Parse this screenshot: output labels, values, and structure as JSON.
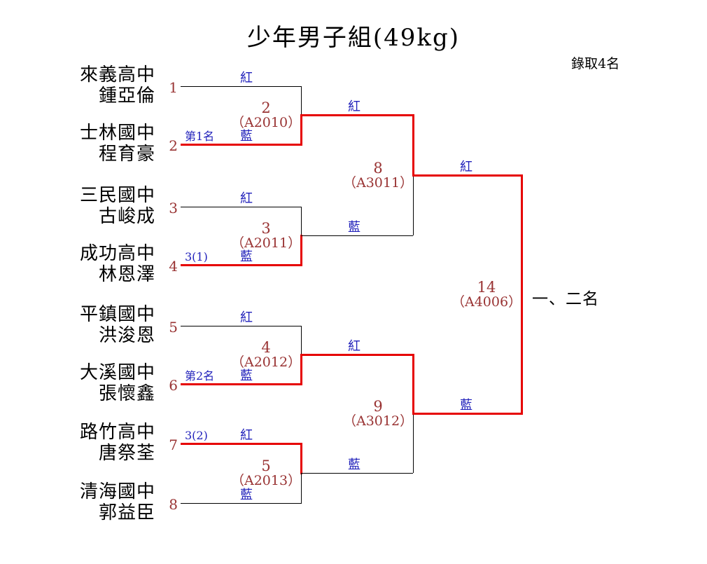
{
  "title": "少年男子組(49kg)",
  "qualifier_note": "錄取4名",
  "placement_label": "一、二名",
  "colors": {
    "line_black": "#000000",
    "line_red": "#e60000",
    "text_dark_red": "#993333",
    "text_blue": "#2222bb"
  },
  "competitors": [
    {
      "seed": "1",
      "school": "來義高中",
      "name": "鍾亞倫",
      "corner": "紅",
      "note": ""
    },
    {
      "seed": "2",
      "school": "士林國中",
      "name": "程育豪",
      "corner": "藍",
      "note": "第1名"
    },
    {
      "seed": "3",
      "school": "三民國中",
      "name": "古峻成",
      "corner": "紅",
      "note": ""
    },
    {
      "seed": "4",
      "school": "成功高中",
      "name": "林恩澤",
      "corner": "藍",
      "note": "3(1)"
    },
    {
      "seed": "5",
      "school": "平鎮國中",
      "name": "洪浚恩",
      "corner": "紅",
      "note": ""
    },
    {
      "seed": "6",
      "school": "大溪國中",
      "name": "張懷鑫",
      "corner": "藍",
      "note": "第2名"
    },
    {
      "seed": "7",
      "school": "路竹高中",
      "name": "唐祭荃",
      "corner": "紅",
      "note": "3(2)"
    },
    {
      "seed": "8",
      "school": "清海國中",
      "name": "郭益臣",
      "corner": "藍",
      "note": ""
    }
  ],
  "round1": [
    {
      "number": "2",
      "code": "（A2010）",
      "out_corner": "紅"
    },
    {
      "number": "3",
      "code": "（A2011）",
      "out_corner": "藍"
    },
    {
      "number": "4",
      "code": "（A2012）",
      "out_corner": "紅"
    },
    {
      "number": "5",
      "code": "（A2013）",
      "out_corner": "藍"
    }
  ],
  "semifinals": [
    {
      "number": "8",
      "code": "（A3011）",
      "out_corner": "紅"
    },
    {
      "number": "9",
      "code": "（A3012）",
      "out_corner": "藍"
    }
  ],
  "final": {
    "number": "14",
    "code": "（A4006）"
  }
}
